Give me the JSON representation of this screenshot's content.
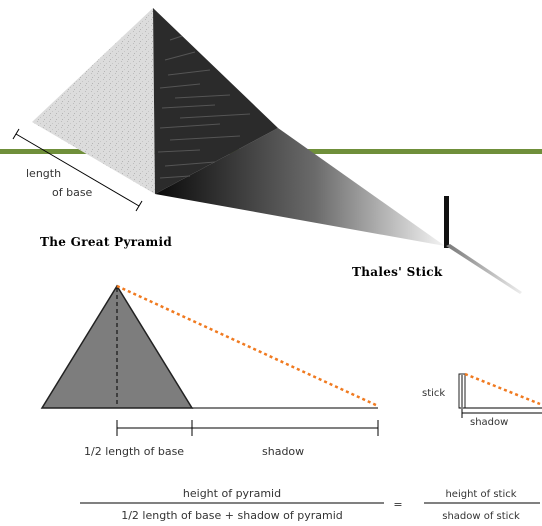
{
  "labels": {
    "length_of_base_line1": "length",
    "length_of_base_line2": "of base",
    "great_pyramid": "The Great Pyramid",
    "thales_stick": "Thales' Stick",
    "half_base": "1/2 length of base",
    "shadow": "shadow",
    "stick": "stick",
    "stick_shadow": "shadow"
  },
  "formula": {
    "left_numerator": "height of pyramid",
    "left_denominator": "1/2 length of base + shadow of pyramid",
    "equals": "=",
    "right_numerator": "height of stick",
    "right_denominator": "shadow of stick"
  },
  "colors": {
    "green_line": "#6f8f3a",
    "ray": "#f07a20",
    "pyramid_fill": "#7d7d7d",
    "pyramid_light": "#d8d8d8",
    "pyramid_dark": "#2b2b2b"
  }
}
